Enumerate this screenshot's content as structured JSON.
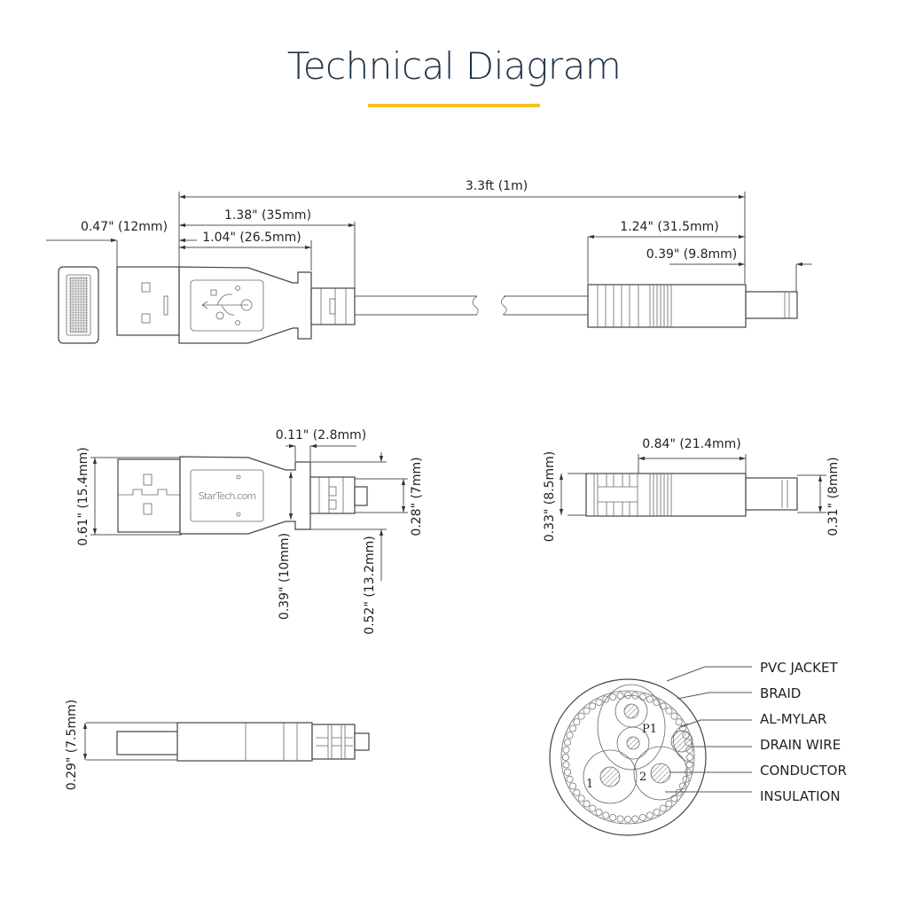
{
  "page": {
    "title": "Technical Diagram",
    "accent_color": "#f3c226",
    "title_color": "#1f3347"
  },
  "top_view": {
    "dims": {
      "total_length": "3.3ft (1m)",
      "usb_a_overall": "1.38\" (35mm)",
      "usb_a_body": "1.04\" (26.5mm)",
      "usb_a_plug": "0.47\" (12mm)",
      "dc_overall": "1.24\" (31.5mm)",
      "dc_tip": "0.39\" (9.8mm)"
    }
  },
  "usb_side_view": {
    "logo_text": "StarTech.com",
    "dims": {
      "strain_relief_flange": "0.11\" (2.8mm)",
      "plug_height": "0.61\" (15.4mm)",
      "neck_height": "0.39\" (10mm)",
      "flange_height": "0.52\" (13.2mm)",
      "strain_relief_height": "0.28\" (7mm)"
    }
  },
  "dc_side_view": {
    "dims": {
      "body_length": "0.84\" (21.4mm)",
      "boot_height": "0.33\" (8.5mm)",
      "tip_height": "0.31\" (8mm)"
    }
  },
  "usb_profile_view": {
    "dims": {
      "thickness": "0.29\" (7.5mm)"
    }
  },
  "cable_cross_section": {
    "labels": [
      "PVC JACKET",
      "BRAID",
      "AL-MYLAR",
      "DRAIN WIRE",
      "CONDUCTOR",
      "INSULATION"
    ],
    "pair_label": "P1",
    "conductor_labels": [
      "1",
      "2"
    ]
  }
}
